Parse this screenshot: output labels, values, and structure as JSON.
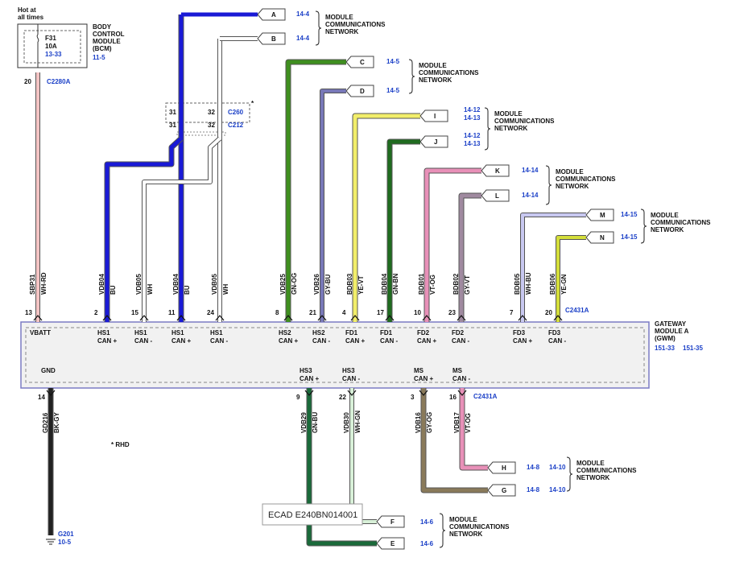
{
  "bcm": {
    "hot_label": [
      "Hot at",
      "all times"
    ],
    "title_lines": [
      "BODY",
      "CONTROL",
      "MODULE",
      "(BCM)"
    ],
    "ref": "11-5",
    "fuse": "F31",
    "fuse_rating": "10A",
    "fuse_ref": "13-33",
    "pin": "20",
    "connector": "C2280A"
  },
  "connectors": {
    "c260": "C260",
    "c212": "C212",
    "c260_pins": [
      "31",
      "32"
    ],
    "c212_pins": [
      "31",
      "32"
    ],
    "star": "*",
    "gwm_top": "C2431A",
    "gwm_bottom": "C2431A"
  },
  "gwm": {
    "title_lines": [
      "GATEWAY",
      "MODULE A",
      "(GWM)"
    ],
    "refs": [
      "151-33",
      "151-35"
    ],
    "top_pins": [
      {
        "num": "13",
        "circuit": "SBP31",
        "color": "WH-RD",
        "line1": "VBATT",
        "line2": ""
      },
      {
        "num": "2",
        "circuit": "VDB04",
        "color": "BU",
        "line1": "HS1",
        "line2": "CAN +"
      },
      {
        "num": "15",
        "circuit": "VDB05",
        "color": "WH",
        "line1": "HS1",
        "line2": "CAN -"
      },
      {
        "num": "11",
        "circuit": "VDB04",
        "color": "BU",
        "line1": "HS1",
        "line2": "CAN +"
      },
      {
        "num": "24",
        "circuit": "VDB05",
        "color": "WH",
        "line1": "HS1",
        "line2": "CAN -"
      },
      {
        "num": "8",
        "circuit": "VDB25",
        "color": "GN-OG",
        "line1": "HS2",
        "line2": "CAN +"
      },
      {
        "num": "21",
        "circuit": "VDB26",
        "color": "GY-BU",
        "line1": "HS2",
        "line2": "CAN -"
      },
      {
        "num": "4",
        "circuit": "BDB03",
        "color": "YE-VT",
        "line1": "FD1",
        "line2": "CAN +"
      },
      {
        "num": "17",
        "circuit": "BDB04",
        "color": "GN-BN",
        "line1": "FD1",
        "line2": "CAN -"
      },
      {
        "num": "10",
        "circuit": "BDB01",
        "color": "VT-OG",
        "line1": "FD2",
        "line2": "CAN +"
      },
      {
        "num": "23",
        "circuit": "BDB02",
        "color": "GY-VT",
        "line1": "FD2",
        "line2": "CAN -"
      },
      {
        "num": "7",
        "circuit": "BDB05",
        "color": "WH-BU",
        "line1": "FD3",
        "line2": "CAN +"
      },
      {
        "num": "20",
        "circuit": "BDB06",
        "color": "YE-GN",
        "line1": "FD3",
        "line2": "CAN -"
      }
    ],
    "bottom_pins": [
      {
        "num": "14",
        "circuit": "GD216",
        "color": "BK-GY",
        "line1": "GND",
        "line2": ""
      },
      {
        "num": "9",
        "circuit": "VDB29",
        "color": "GN-BU",
        "line1": "HS3",
        "line2": "CAN +"
      },
      {
        "num": "22",
        "circuit": "VDB30",
        "color": "WH-GN",
        "line1": "HS3",
        "line2": "CAN -"
      },
      {
        "num": "3",
        "circuit": "VDB16",
        "color": "GY-OG",
        "line1": "MS",
        "line2": "CAN +"
      },
      {
        "num": "16",
        "circuit": "VDB17",
        "color": "VT-OG",
        "line1": "MS",
        "line2": "CAN -"
      }
    ]
  },
  "flags": [
    {
      "letter": "A",
      "ref": "14-4"
    },
    {
      "letter": "B",
      "ref": "14-4"
    },
    {
      "letter": "C",
      "ref": "14-5"
    },
    {
      "letter": "D",
      "ref": "14-5"
    },
    {
      "letter": "I",
      "ref": "14-12",
      "ref2": "14-13"
    },
    {
      "letter": "J",
      "ref": "14-12",
      "ref2": "14-13"
    },
    {
      "letter": "K",
      "ref": "14-14"
    },
    {
      "letter": "L",
      "ref": "14-14"
    },
    {
      "letter": "M",
      "ref": "14-15"
    },
    {
      "letter": "N",
      "ref": "14-15"
    },
    {
      "letter": "H",
      "ref": "14-8",
      "ref2": "14-10"
    },
    {
      "letter": "G",
      "ref": "14-8",
      "ref2": "14-10"
    },
    {
      "letter": "F",
      "ref": "14-6"
    },
    {
      "letter": "E",
      "ref": "14-6"
    }
  ],
  "network_label": [
    "MODULE",
    "COMMUNICATIONS",
    "NETWORK"
  ],
  "ground": {
    "name": "G201",
    "ref": "10-5"
  },
  "rhd_note": "* RHD",
  "ecad_id": "ECAD E240BN014001",
  "wire_colors": {
    "BU": "#1a1ad6",
    "WH": "#ffffff",
    "WH-RD": "#f4c4c4",
    "GN-OG": "#3f8f1f",
    "GY-BU": "#7878b8",
    "YE-VT": "#f2ee6a",
    "GN-BN": "#1f6b1f",
    "VT-OG": "#e890b8",
    "GY-VT": "#a08aa0",
    "WH-BU": "#c8c8f0",
    "YE-GN": "#d4de3a",
    "BK-GY": "#222222",
    "GN-BU": "#1a6a3a",
    "WH-GN": "#d8f0d8",
    "GY-OG": "#8a7a5a"
  }
}
